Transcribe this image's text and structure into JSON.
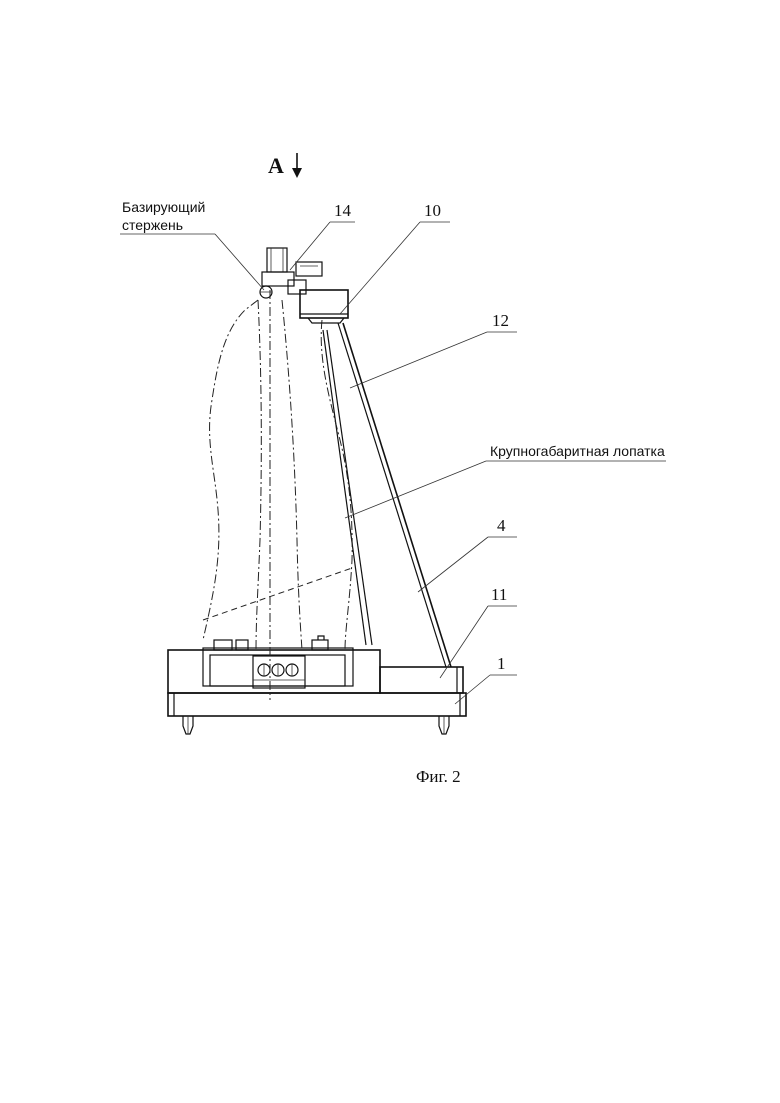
{
  "figure": {
    "view_marker": "A",
    "caption": "Фиг. 2",
    "labels": {
      "basing_rod_line1": "Базирующий",
      "basing_rod_line2": "стержень",
      "ref_14": "14",
      "ref_10": "10",
      "ref_12": "12",
      "large_blade": "Крупногабаритная лопатка",
      "ref_4": "4",
      "ref_11": "11",
      "ref_1": "1"
    }
  }
}
